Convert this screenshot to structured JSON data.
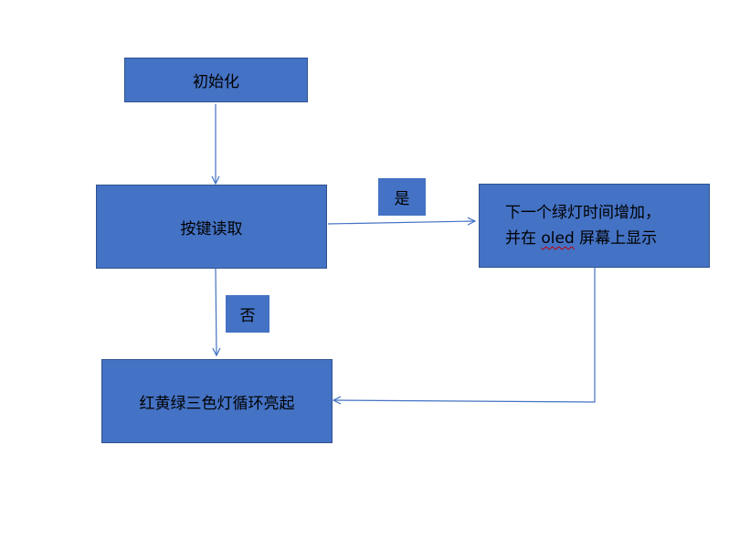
{
  "diagram": {
    "nodes": {
      "init": {
        "text": "初始化"
      },
      "read_key": {
        "text": "按键读取"
      },
      "increase_green": {
        "line1": "下一个绿灯时间增加，",
        "line2_prefix": "并在 ",
        "line2_word": "oled",
        "line2_suffix": " 屏幕上显示"
      },
      "cycle": {
        "text": "红黄绿三色灯循环亮起"
      }
    },
    "edge_labels": {
      "yes": "是",
      "no": "否"
    },
    "colors": {
      "node_fill": "#4472c4",
      "node_border": "#2f528f",
      "connector": "#4472c4",
      "spell_underline": "#c00000"
    }
  }
}
